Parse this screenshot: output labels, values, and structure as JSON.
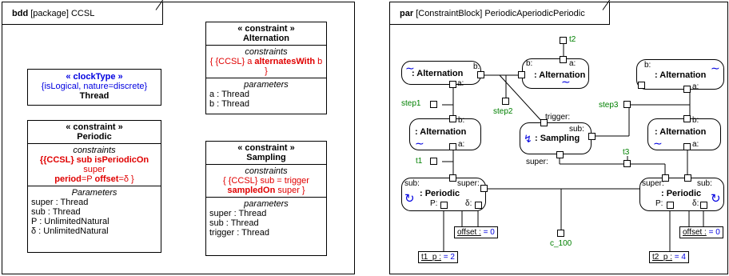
{
  "bdd": {
    "tab_keyword": "bdd",
    "tab_rest": "[package] CCSL",
    "thread_block": {
      "stereotype": "« clockType »",
      "properties": "{isLogical, nature=discrete}",
      "name": "Thread"
    },
    "periodic_block": {
      "stereotype": "« constraint »",
      "name": "Periodic",
      "constraints_header": "constraints",
      "c1": "{{CCSL} sub ",
      "c2": "isPeriodicOn",
      "c3": " super",
      "c4": "period",
      "c5": "=P ",
      "c6": "offset",
      "c7": "=δ }",
      "params_header": "Parameters",
      "params": [
        "super : Thread",
        "sub : Thread",
        "P : UnlimitedNatural",
        "δ : UnlimitedNatural"
      ]
    },
    "alternation_block": {
      "stereotype": "« constraint »",
      "name": "Alternation",
      "constraints_header": "constraints",
      "c1": "{ {CCSL} a ",
      "c2": "alternatesWith",
      "c3": " b }",
      "params_header": "parameters",
      "params": [
        "a : Thread",
        "b : Thread"
      ]
    },
    "sampling_block": {
      "stereotype": "« constraint »",
      "name": "Sampling",
      "constraints_header": "constraints",
      "c1": "{ {CCSL} sub = trigger",
      "c2": "sampledOn",
      "c3": " super }",
      "params_header": "parameters",
      "params": [
        "super : Thread",
        "sub : Thread",
        "trigger : Thread"
      ]
    }
  },
  "par": {
    "tab_keyword": "par",
    "tab_rest": "[ConstraintBlock] PeriodicAperiodicPeriodic",
    "parts": {
      "alt_left": ": Alternation",
      "alt_center": ": Alternation",
      "alt_right": ": Alternation",
      "alt_left2": ": Alternation",
      "sampling": ": Sampling",
      "alt_right2": ": Alternation",
      "periodic_left": ": Periodic",
      "periodic_right": ": Periodic"
    },
    "port_labels": {
      "b": "b:",
      "a": "a:",
      "sub": "sub:",
      "super": "super:",
      "trigger": "trigger:",
      "P": "P:",
      "delta": "δ:"
    },
    "clocks": {
      "t2": "t2",
      "step1": "step1",
      "step2": "step2",
      "step3": "step3",
      "t1": "t1",
      "t3": "t3",
      "c_100": "c_100"
    },
    "values": {
      "offset_left_name": "offset :",
      "offset_left_val": " = 0",
      "offset_right_name": "offset :",
      "offset_right_val": " = 0",
      "t1_p_name": "t1_p :",
      "t1_p_val": " = 2",
      "t2_p_name": "t2_p :",
      "t2_p_val": " = 4"
    }
  }
}
